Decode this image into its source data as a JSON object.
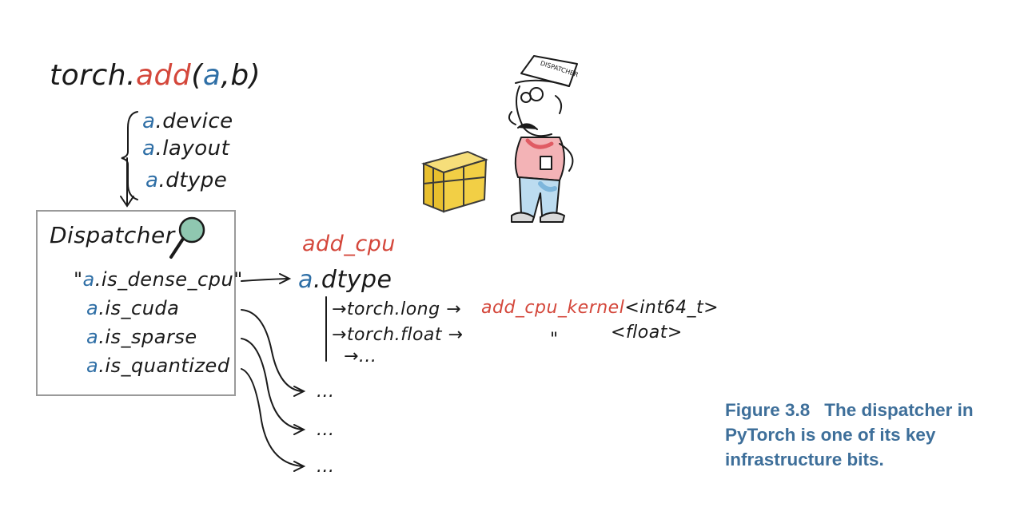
{
  "call": {
    "prefix": "torch.",
    "fn": "add",
    "open": "(",
    "arg_a": "a",
    "rest": ",b)"
  },
  "attributes": [
    {
      "obj": "a",
      "name": ".device"
    },
    {
      "obj": "a",
      "name": ".layout"
    },
    {
      "obj": "a",
      "name": ".dtype"
    }
  ],
  "dispatcher": {
    "title": "Dispatcher",
    "conditions": [
      {
        "open": "\"",
        "obj": "a",
        "name": ".is_dense_cpu",
        "close": "\""
      },
      {
        "open": "",
        "obj": "a",
        "name": ".is_cuda",
        "close": ""
      },
      {
        "open": "",
        "obj": "a",
        "name": ".is_sparse",
        "close": ""
      },
      {
        "open": "",
        "obj": "a",
        "name": ".is_quantized",
        "close": ""
      }
    ]
  },
  "cpu_branch": {
    "target": "add_cpu",
    "dtype_obj": "a",
    "dtype_name": ".dtype",
    "rows": [
      {
        "label": "→torch.long →"
      },
      {
        "label": "→torch.float →"
      },
      {
        "label": "→..."
      }
    ],
    "kernel_name": "add_cpu_kernel",
    "kernel_type": "<int64_t>",
    "ditto": "\"",
    "float_type": "<float>"
  },
  "other_branches": [
    "...",
    "...",
    "..."
  ],
  "caption": {
    "number": "Figure 3.8",
    "text": "The dispatcher in PyTorch is one of its key infrastructure bits."
  },
  "illustration": {
    "cap_text": "DISPATCHER"
  },
  "colors": {
    "red": "#d4473b",
    "blue": "#2f6fa6",
    "caption": "#3e6f9a",
    "box_border": "#9a9a9a",
    "package_yellow": "#f2cf45",
    "shirt_red": "#e05b63",
    "jeans_blue": "#7db6dc",
    "lens_green": "#8fc7b0"
  }
}
